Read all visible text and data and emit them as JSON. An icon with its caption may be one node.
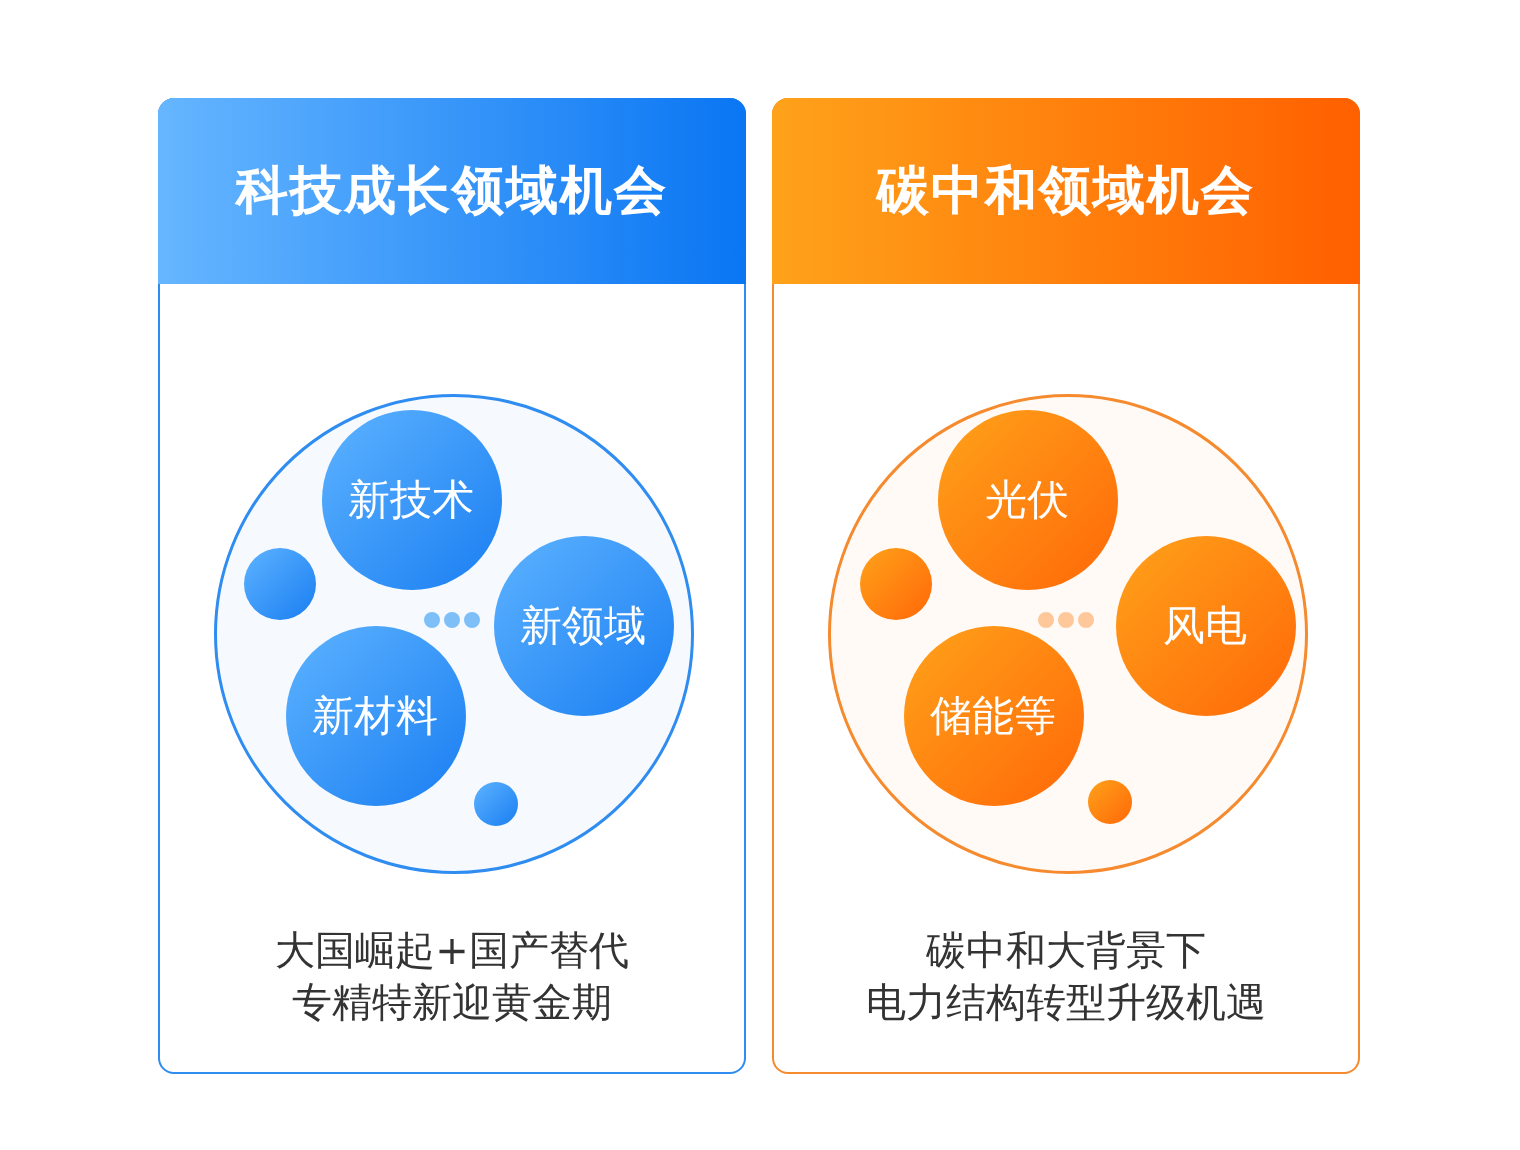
{
  "diagram": {
    "nodes": [
      {
        "text": [
          "科技成长领域机会",
          "大国崛起+国产替代专精特新迎黄金期"
        ]
      },
      {
        "text": [],
        "shape": "circle",
        "in": 0
      },
      {
        "text": [
          "新技术"
        ],
        "in": 1
      },
      {
        "text": [],
        "shape": "circle",
        "in": 1
      },
      {
        "text": [
          "新领域"
        ],
        "in": 1
      },
      {
        "text": [
          "新材料"
        ],
        "in": 1
      },
      {
        "text": [],
        "shape": "circle",
        "in": 1
      },
      {
        "text": [
          "碳中和领域机会",
          "碳中和大背景下电力结构转型升级机遇"
        ]
      },
      {
        "text": [],
        "shape": "circle",
        "in": 7
      },
      {
        "text": [
          "光伏"
        ],
        "in": 8
      },
      {
        "text": [],
        "shape": "circle",
        "in": 8
      },
      {
        "text": [
          "风电"
        ],
        "in": 8
      },
      {
        "text": [
          "储能等"
        ],
        "in": 8
      },
      {
        "text": [],
        "shape": "circle",
        "in": 8
      }
    ]
  }
}
